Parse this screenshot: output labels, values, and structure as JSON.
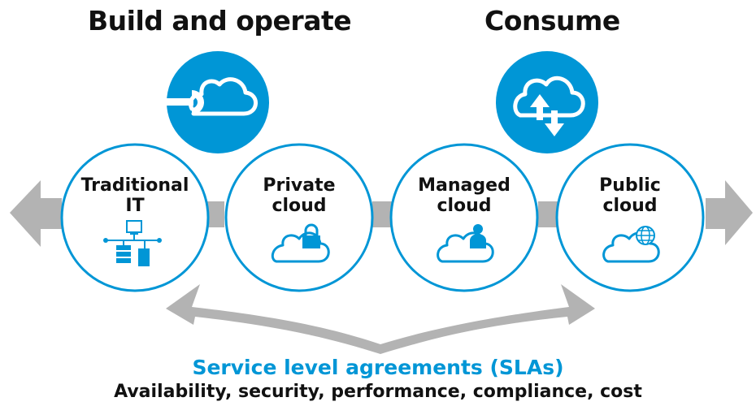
{
  "headings": {
    "left": "Build and operate",
    "right": "Consume"
  },
  "nodes": [
    {
      "line1": "Traditional",
      "line2": "IT",
      "icon": "servers-network-icon"
    },
    {
      "line1": "Private",
      "line2": "cloud",
      "icon": "cloud-lock-icon"
    },
    {
      "line1": "Managed",
      "line2": "cloud",
      "icon": "cloud-user-icon"
    },
    {
      "line1": "Public",
      "line2": "cloud",
      "icon": "cloud-globe-icon"
    }
  ],
  "top_icons": {
    "left": "cloud-wrench-icon",
    "right": "cloud-arrows-icon"
  },
  "footer": {
    "title": "Service level agreements (SLAs)",
    "subtitle": "Availability, security, performance, compliance, cost"
  },
  "colors": {
    "accent": "#0096d6",
    "arrow_gray": "#b3b3b3",
    "text": "#111111"
  }
}
